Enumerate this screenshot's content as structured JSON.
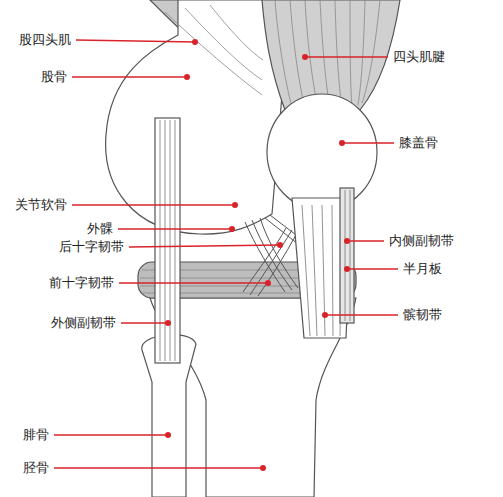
{
  "diagram": {
    "labels": [
      "股四头肌",
      "四头肌腱",
      "股骨",
      "膝盖骨",
      "关节软骨",
      "外髁",
      "内侧副韧带",
      "后十字韧带",
      "半月板",
      "前十字韧带",
      "外侧副韧带",
      "髌韧带",
      "腓骨",
      "胫骨"
    ]
  }
}
